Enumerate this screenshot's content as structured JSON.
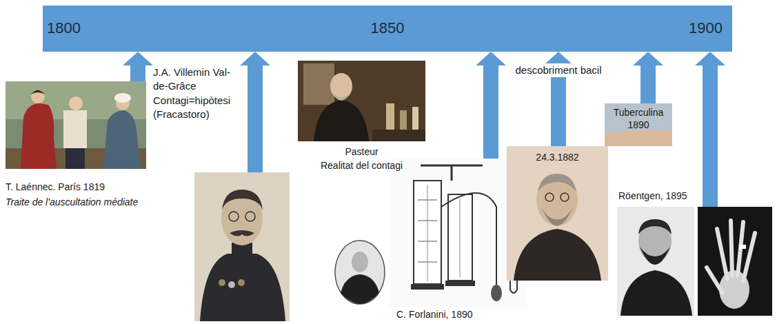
{
  "diagram": {
    "nodes": [
      {
        "text": [
          "1800",
          "1850",
          "1900"
        ]
      },
      {
        "text": [
          "T. Laénnec. París 1819",
          "Traite de l'auscultation médiate"
        ]
      },
      {
        "text": [
          "J.A. Villemin Val-de-Grâce Contagi=hipòtesi (Fracastoro)"
        ]
      },
      {
        "text": [
          "Pasteur",
          "Realitat del contagi"
        ]
      },
      {
        "text": [
          "C. Forlanini, 1890"
        ]
      },
      {
        "text": [
          "24.3.1882"
        ]
      },
      {
        "text": [
          "Tuberculina 1890"
        ]
      },
      {
        "text": [
          "Röentgen, 1895"
        ]
      }
    ],
    "edges": [
      {
        "from": 1,
        "to": 0,
        "arrow": "to"
      },
      {
        "from": 2,
        "to": 0,
        "arrow": "to"
      },
      {
        "from": 4,
        "to": 0,
        "arrow": "to"
      },
      {
        "from": 5,
        "to": 0,
        "label": "descobriment bacil",
        "arrow": "to"
      },
      {
        "from": 6,
        "to": 0,
        "arrow": "to"
      },
      {
        "from": 7,
        "to": 0,
        "arrow": "to"
      }
    ]
  }
}
